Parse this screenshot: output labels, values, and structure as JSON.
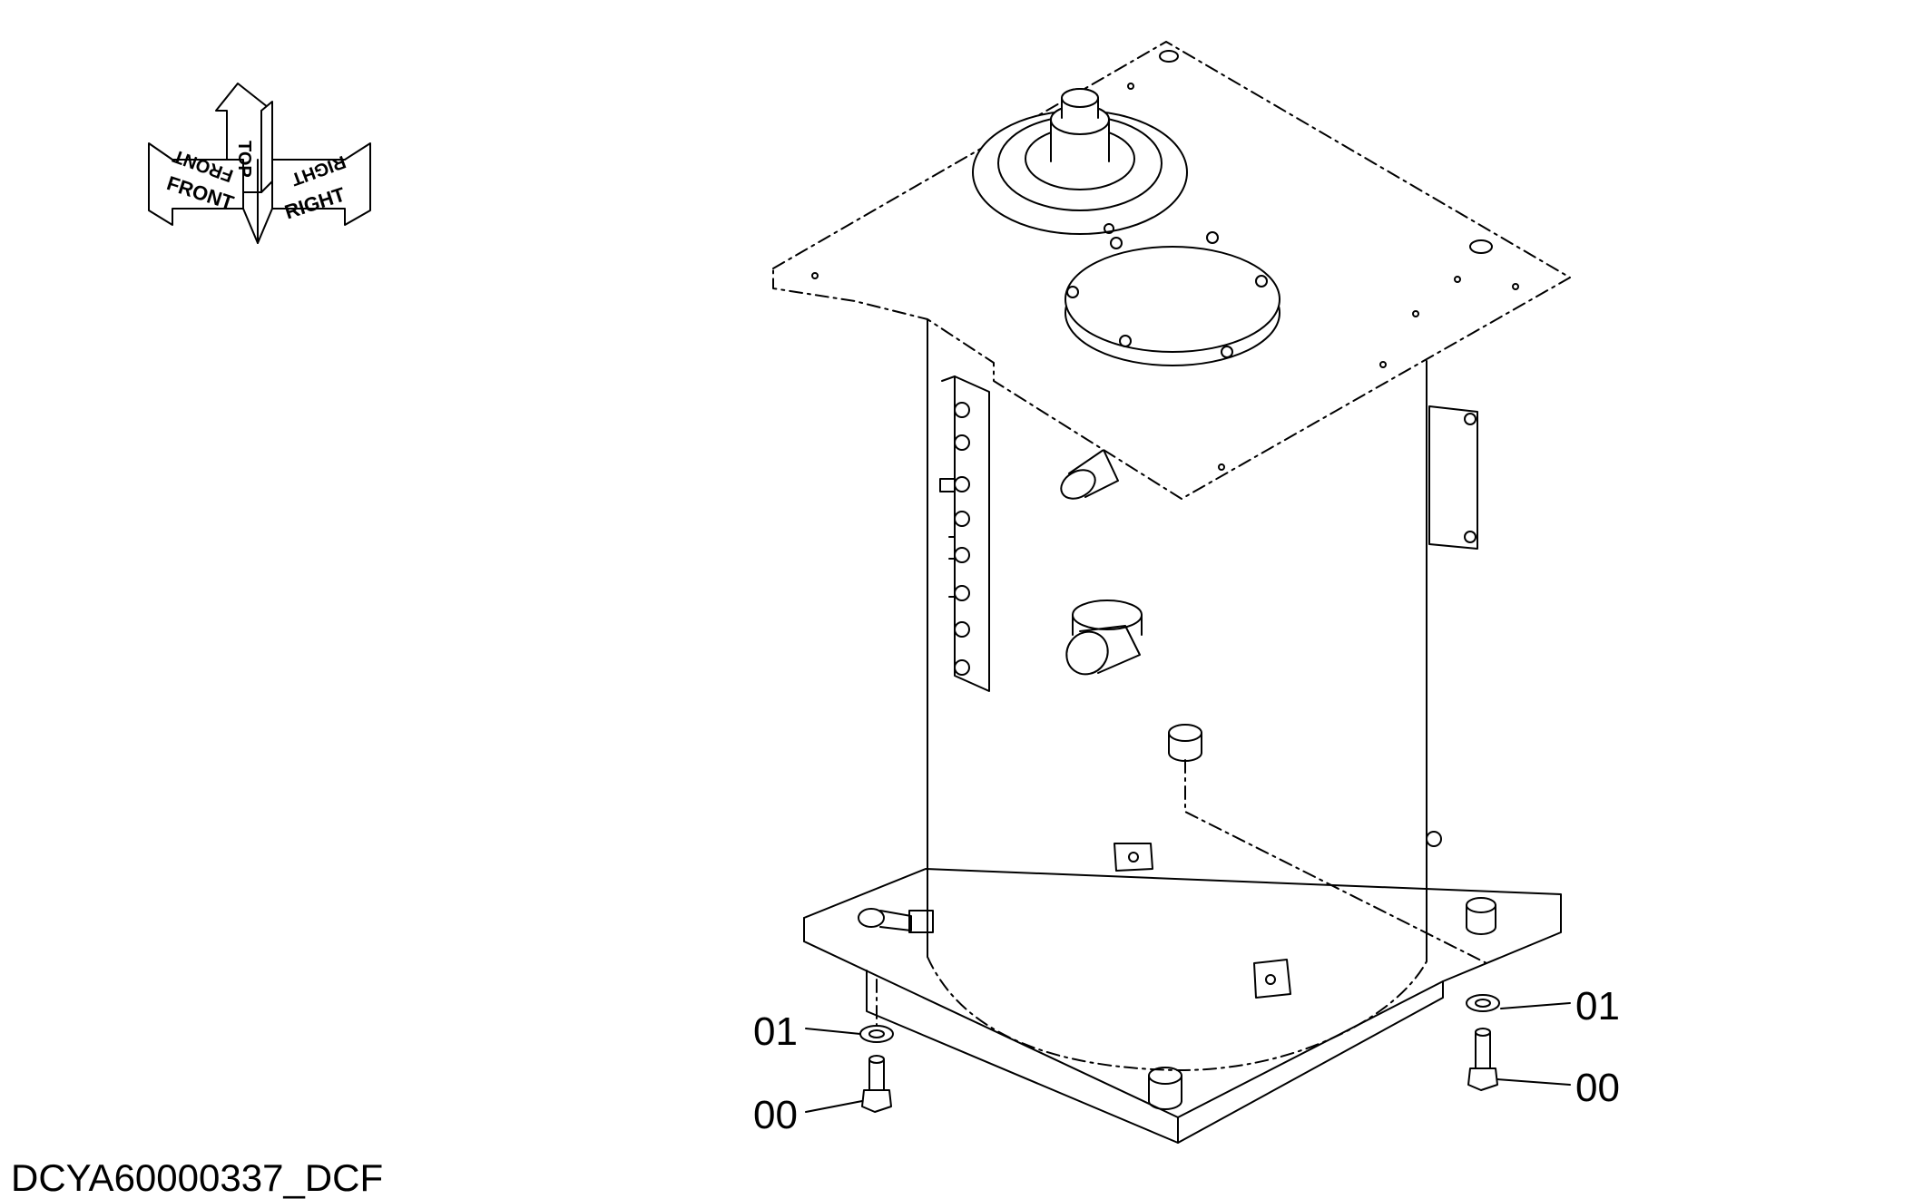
{
  "orientation_indicator": {
    "front_label": "FRONT",
    "top_label": "TOP",
    "right_label": "RIGHT"
  },
  "callouts": [
    {
      "part_no": "01"
    },
    {
      "part_no": "00"
    },
    {
      "part_no": "01"
    },
    {
      "part_no": "00"
    }
  ],
  "document_id": "DCYA60000337_DCF",
  "colors": {
    "line": "#000000",
    "background": "#ffffff"
  }
}
